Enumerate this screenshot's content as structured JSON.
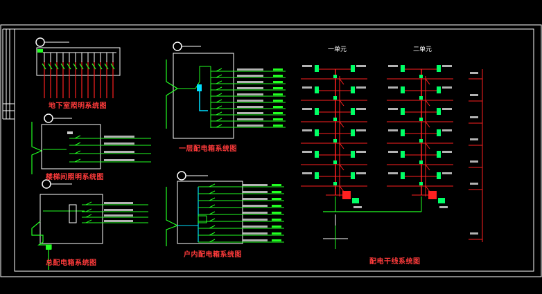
{
  "drawing": {
    "captions": {
      "basement_lighting": "地下室照明系统图",
      "stair_lighting": "楼梯间照明系统图",
      "meter_box": "总配电箱系统图",
      "floor_distribution": "一层配电箱系统图",
      "household_box": "户内配电箱系统图",
      "riser": "配电干线系统图"
    },
    "units": {
      "unit_1": "一单元",
      "unit_2": "二单元"
    }
  },
  "colors": {
    "background": "#000000",
    "frame": "#ffffff",
    "wire": "#ff2020",
    "circuit": "#22ff22",
    "cyan": "#00e0ff",
    "meter": "#00ff66"
  }
}
